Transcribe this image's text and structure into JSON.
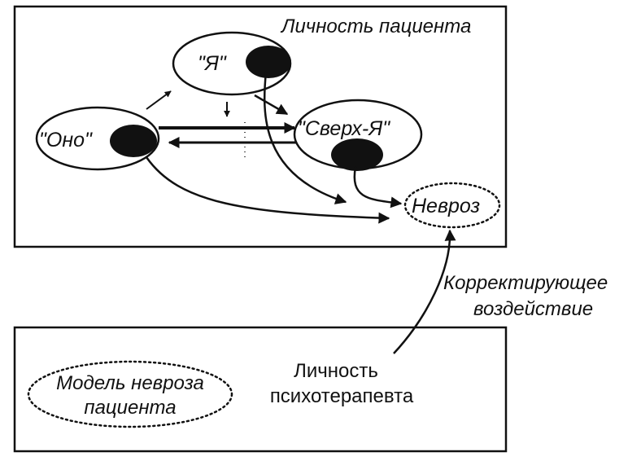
{
  "colors": {
    "ink": "#111111",
    "paper": "#ffffff"
  },
  "patient_box": {
    "title": "Личность пациента",
    "ego": "\"Я\"",
    "id": "\"Оно\"",
    "superego": "\"Сверх-Я\"",
    "neurosis": "Невроз"
  },
  "influence": {
    "line1": "Корректирующее",
    "line2": "воздействие"
  },
  "therapist_box": {
    "model_line1": "Модель  невроза",
    "model_line2": "пациента",
    "therapist_line1": "Личность",
    "therapist_line2": "психотерапевта"
  }
}
